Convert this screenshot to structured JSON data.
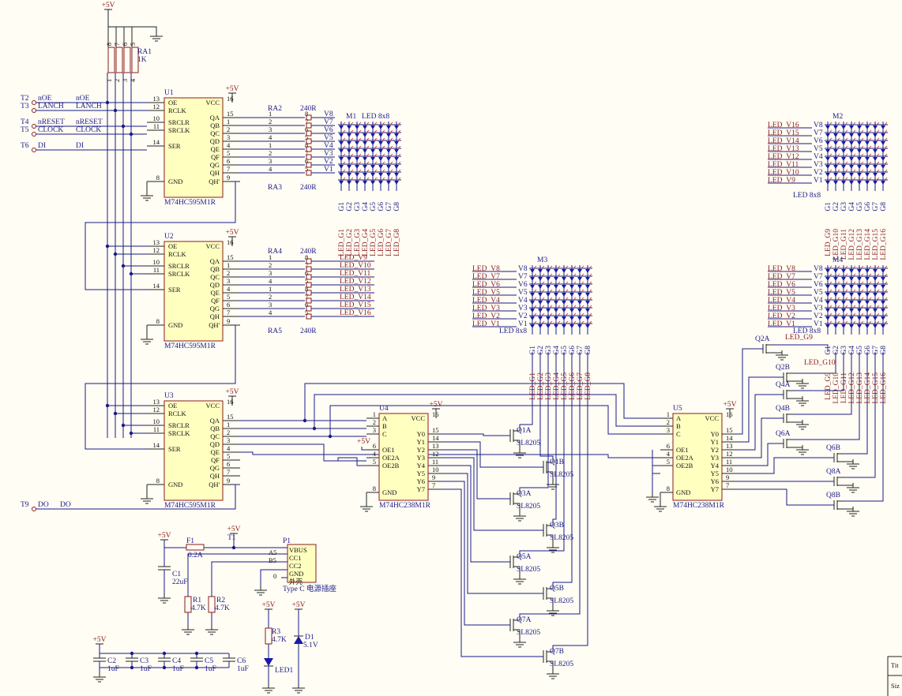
{
  "chips": [
    {
      "ref": "U1",
      "part": "M74HC595M1R",
      "pins_left": [
        {
          "num": "13",
          "name": "OE"
        },
        {
          "num": "12",
          "name": "RCLK"
        },
        {
          "num": "10",
          "name": "SRCLR"
        },
        {
          "num": "11",
          "name": "SRCLK"
        },
        {
          "num": "14",
          "name": "SER"
        },
        {
          "num": "8",
          "name": "GND"
        }
      ],
      "pins_right": [
        {
          "num": "16",
          "name": "VCC"
        },
        {
          "num": "15",
          "name": "QA"
        },
        {
          "num": "1",
          "name": "QB"
        },
        {
          "num": "2",
          "name": "QC"
        },
        {
          "num": "3",
          "name": "QD"
        },
        {
          "num": "4",
          "name": "QE"
        },
        {
          "num": "5",
          "name": "QF"
        },
        {
          "num": "6",
          "name": "QG"
        },
        {
          "num": "7",
          "name": "QH"
        },
        {
          "num": "9",
          "name": "QH'"
        }
      ]
    },
    {
      "ref": "U2",
      "part": "M74HC595M1R",
      "pins_left": [
        {
          "num": "13",
          "name": "OE"
        },
        {
          "num": "12",
          "name": "RCLK"
        },
        {
          "num": "10",
          "name": "SRCLR"
        },
        {
          "num": "11",
          "name": "SRCLK"
        },
        {
          "num": "14",
          "name": "SER"
        },
        {
          "num": "8",
          "name": "GND"
        }
      ],
      "pins_right": [
        {
          "num": "16",
          "name": "VCC"
        },
        {
          "num": "15",
          "name": "QA"
        },
        {
          "num": "1",
          "name": "QB"
        },
        {
          "num": "2",
          "name": "QC"
        },
        {
          "num": "3",
          "name": "QD"
        },
        {
          "num": "4",
          "name": "QE"
        },
        {
          "num": "5",
          "name": "QF"
        },
        {
          "num": "6",
          "name": "QG"
        },
        {
          "num": "7",
          "name": "QH"
        },
        {
          "num": "9",
          "name": "QH'"
        }
      ]
    },
    {
      "ref": "U3",
      "part": "M74HC595M1R",
      "pins_left": [
        {
          "num": "13",
          "name": "OE"
        },
        {
          "num": "12",
          "name": "RCLK"
        },
        {
          "num": "10",
          "name": "SRCLR"
        },
        {
          "num": "11",
          "name": "SRCLK"
        },
        {
          "num": "14",
          "name": "SER"
        },
        {
          "num": "8",
          "name": "GND"
        }
      ],
      "pins_right": [
        {
          "num": "16",
          "name": "VCC"
        },
        {
          "num": "15",
          "name": "QA"
        },
        {
          "num": "1",
          "name": "QB"
        },
        {
          "num": "2",
          "name": "QC"
        },
        {
          "num": "3",
          "name": "QD"
        },
        {
          "num": "4",
          "name": "QE"
        },
        {
          "num": "5",
          "name": "QF"
        },
        {
          "num": "6",
          "name": "QG"
        },
        {
          "num": "7",
          "name": "QH"
        },
        {
          "num": "9",
          "name": "QH'"
        }
      ]
    },
    {
      "ref": "U4",
      "part": "M74HC238M1R",
      "pins_left": [
        {
          "num": "1",
          "name": "A"
        },
        {
          "num": "2",
          "name": "B"
        },
        {
          "num": "3",
          "name": "C"
        },
        {
          "num": "6",
          "name": "OE1"
        },
        {
          "num": "4",
          "name": "OE2A"
        },
        {
          "num": "5",
          "name": "OE2B"
        },
        {
          "num": "8",
          "name": "GND"
        }
      ],
      "pins_right": [
        {
          "num": "16",
          "name": "VCC"
        },
        {
          "num": "15",
          "name": "Y0"
        },
        {
          "num": "14",
          "name": "Y1"
        },
        {
          "num": "13",
          "name": "Y2"
        },
        {
          "num": "12",
          "name": "Y3"
        },
        {
          "num": "11",
          "name": "Y4"
        },
        {
          "num": "10",
          "name": "Y5"
        },
        {
          "num": "9",
          "name": "Y6"
        },
        {
          "num": "7",
          "name": "Y7"
        }
      ]
    },
    {
      "ref": "U5",
      "part": "M74HC238M1R",
      "pins_left": [
        {
          "num": "1",
          "name": "A"
        },
        {
          "num": "2",
          "name": "B"
        },
        {
          "num": "3",
          "name": "C"
        },
        {
          "num": "6",
          "name": "OE1"
        },
        {
          "num": "4",
          "name": "OE2A"
        },
        {
          "num": "5",
          "name": "OE2B"
        },
        {
          "num": "8",
          "name": "GND"
        }
      ],
      "pins_right": [
        {
          "num": "16",
          "name": "VCC"
        },
        {
          "num": "15",
          "name": "Y0"
        },
        {
          "num": "14",
          "name": "Y1"
        },
        {
          "num": "13",
          "name": "Y2"
        },
        {
          "num": "12",
          "name": "Y3"
        },
        {
          "num": "11",
          "name": "Y4"
        },
        {
          "num": "10",
          "name": "Y5"
        },
        {
          "num": "9",
          "name": "Y6"
        },
        {
          "num": "7",
          "name": "Y7"
        }
      ]
    }
  ],
  "test_points": [
    {
      "tp": "T2",
      "net": "nOE"
    },
    {
      "tp": "T3",
      "net": "LANCH"
    },
    {
      "tp": "T4",
      "net": "nRESET"
    },
    {
      "tp": "T5",
      "net": "CLOCK"
    },
    {
      "tp": "T6",
      "net": "DI"
    },
    {
      "tp": "T9",
      "net": "DO"
    }
  ],
  "power_label": "+5V",
  "ra1": {
    "ref": "RA1",
    "value": "1K",
    "pins_top": [
      "8",
      "7",
      "6",
      "5"
    ],
    "pins_bottom": [
      "1",
      "2",
      "3",
      "4"
    ]
  },
  "resistor_arrays": [
    {
      "ref": "RA2",
      "value": "240R"
    },
    {
      "ref": "RA3",
      "value": "240R"
    },
    {
      "ref": "RA4",
      "value": "240R"
    },
    {
      "ref": "RA5",
      "value": "240R"
    }
  ],
  "ra_pins_left": [
    "1",
    "2",
    "3",
    "4",
    "1",
    "2",
    "3",
    "4"
  ],
  "ra_pins_right": [
    "8",
    "7",
    "6",
    "5",
    "8",
    "7",
    "6",
    "5"
  ],
  "matrices": [
    {
      "ref": "M1",
      "type": "LED 8x8",
      "rows": [
        "V8",
        "V7",
        "V6",
        "V5",
        "V4",
        "V3",
        "V2",
        "V1"
      ],
      "cols": [
        "G1",
        "G2",
        "G3",
        "G4",
        "G5",
        "G6",
        "G7",
        "G8"
      ],
      "col_nets": [
        "LED_G1",
        "LED_G2",
        "LED_G3",
        "LED_G4",
        "LED_G5",
        "LED_G6",
        "LED_G7",
        "LED_G8"
      ]
    },
    {
      "ref": "M2",
      "type": "LED 8x8",
      "rows": [
        "V8",
        "V7",
        "V6",
        "V5",
        "V4",
        "V3",
        "V2",
        "V1"
      ],
      "row_nets": [
        "LED_V16",
        "LED_V15",
        "LED_V14",
        "LED_V13",
        "LED_V12",
        "LED_V11",
        "LED_V10",
        "LED_V9"
      ],
      "cols": [
        "G1",
        "G2",
        "G3",
        "G4",
        "G5",
        "G6",
        "G7",
        "G8"
      ],
      "col_nets": [
        "LED_G9",
        "LED_G10",
        "LED_G11",
        "LED_G12",
        "LED_G13",
        "LED_G14",
        "LED_G15",
        "LED_G16"
      ]
    },
    {
      "ref": "M3",
      "type": "LED 8x8",
      "rows": [
        "V8",
        "V7",
        "V6",
        "V5",
        "V4",
        "V3",
        "V2",
        "V1"
      ],
      "row_nets": [
        "LED_V8",
        "LED_V7",
        "LED_V6",
        "LED_V5",
        "LED_V4",
        "LED_V3",
        "LED_V2",
        "LED_V1"
      ],
      "cols": [
        "G1",
        "G2",
        "G3",
        "G4",
        "G5",
        "G6",
        "G7",
        "G8"
      ],
      "col_nets": [
        "LED_G1",
        "LED_G2",
        "LED_G3",
        "LED_G4",
        "LED_G5",
        "LED_G6",
        "LED_G7",
        "LED_G8"
      ]
    },
    {
      "ref": "M4",
      "type": "LED 8x8",
      "rows": [
        "V8",
        "V7",
        "V6",
        "V5",
        "V4",
        "V3",
        "V2",
        "V1"
      ],
      "row_nets": [
        "LED_V8",
        "LED_V7",
        "LED_V6",
        "LED_V5",
        "LED_V4",
        "LED_V3",
        "LED_V2",
        "LED_V1"
      ],
      "cols": [
        "G1",
        "G2",
        "G3",
        "G4",
        "G5",
        "G6",
        "G7",
        "G8"
      ],
      "col_nets": [
        "LED_G9",
        "LED_G10",
        "LED_G11",
        "LED_G12",
        "LED_G13",
        "LED_G14",
        "LED_G15",
        "LED_G16"
      ]
    }
  ],
  "u2_outputs": [
    "LED_V9",
    "LED_V10",
    "LED_V11",
    "LED_V12",
    "LED_V13",
    "LED_V14",
    "LED_V15",
    "LED_V16"
  ],
  "mosfets_left": [
    {
      "ref": "Q1A",
      "part": "SL8205"
    },
    {
      "ref": "Q1B",
      "part": "SL8205"
    },
    {
      "ref": "Q3A",
      "part": "SL8205"
    },
    {
      "ref": "Q3B",
      "part": "SL8205"
    },
    {
      "ref": "Q5A",
      "part": "SL8205"
    },
    {
      "ref": "Q5B",
      "part": "SL8205"
    },
    {
      "ref": "Q7A",
      "part": "SL8205"
    },
    {
      "ref": "Q7B",
      "part": "SL8205"
    }
  ],
  "mosfets_right": [
    "Q2A",
    "Q2B",
    "Q4A",
    "Q4B",
    "Q6A",
    "Q6B",
    "Q8A",
    "Q8B"
  ],
  "m4_extra_nets": [
    "LED_G9",
    "LED_G10"
  ],
  "usb": {
    "ref": "P1",
    "pins": [
      "VBUS",
      "CC1",
      "CC2",
      "GND",
      "外壳"
    ],
    "pin_nums": [
      "A5",
      "B5",
      "0"
    ],
    "label": "Type C 电源插座"
  },
  "fuse": {
    "ref": "F1",
    "value": "0.2A"
  },
  "tp1": {
    "ref": "T1",
    "label": "+5V"
  },
  "c1": {
    "ref": "C1",
    "value": "22uF"
  },
  "r1": {
    "ref": "R1",
    "value": "4.7K"
  },
  "r2": {
    "ref": "R2",
    "value": "4.7K"
  },
  "r3": {
    "ref": "R3",
    "value": "4.7K"
  },
  "led1": {
    "ref": "LED1"
  },
  "d1": {
    "ref": "D1",
    "value": "5.1V"
  },
  "decoupling": [
    {
      "ref": "C2",
      "value": "1uF"
    },
    {
      "ref": "C3",
      "value": "1uF"
    },
    {
      "ref": "C4",
      "value": "1uF"
    },
    {
      "ref": "C5",
      "value": "1uF"
    },
    {
      "ref": "C6",
      "value": "1uF"
    }
  ],
  "title_block": {
    "line1": "Tit",
    "line2": "Siz"
  }
}
